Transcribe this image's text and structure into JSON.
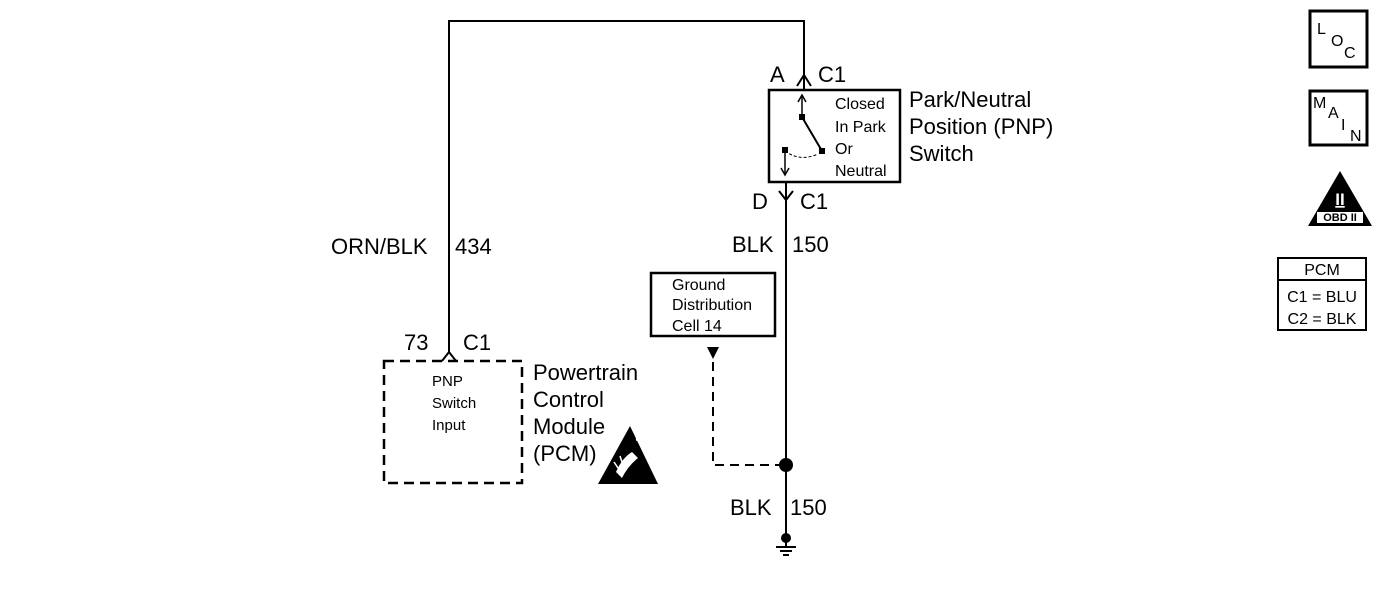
{
  "wires": {
    "orn_blk": {
      "color": "ORN/BLK",
      "circuit": "434"
    },
    "blk_upper": {
      "color": "BLK",
      "circuit": "150"
    },
    "blk_lower": {
      "color": "BLK",
      "circuit": "150"
    }
  },
  "pnp_switch": {
    "name_line1": "Park/Neutral",
    "name_line2": "Position (PNP)",
    "name_line3": "Switch",
    "state_line1": "Closed",
    "state_line2": "In Park",
    "state_line3": "Or",
    "state_line4": "Neutral",
    "top_pin": "A",
    "top_connector": "C1",
    "bottom_pin": "D",
    "bottom_connector": "C1"
  },
  "pcm": {
    "name_line1": "Powertrain",
    "name_line2": "Control",
    "name_line3": "Module",
    "name_line4": "(PCM)",
    "input_line1": "PNP",
    "input_line2": "Switch",
    "input_line3": "Input",
    "pin": "73",
    "connector": "C1"
  },
  "ground_reference": {
    "line1": "Ground",
    "line2": "Distribution",
    "line3": "Cell 14"
  },
  "legend": {
    "loc": {
      "l": "L",
      "o": "O",
      "c": "C"
    },
    "main": {
      "m": "M",
      "a": "A",
      "i": "I",
      "n": "N"
    },
    "obd": {
      "numeral": "II",
      "label": "OBD II"
    },
    "pcm_table": {
      "title": "PCM",
      "row1": "C1 = BLU",
      "row2": "C2 = BLK"
    }
  }
}
